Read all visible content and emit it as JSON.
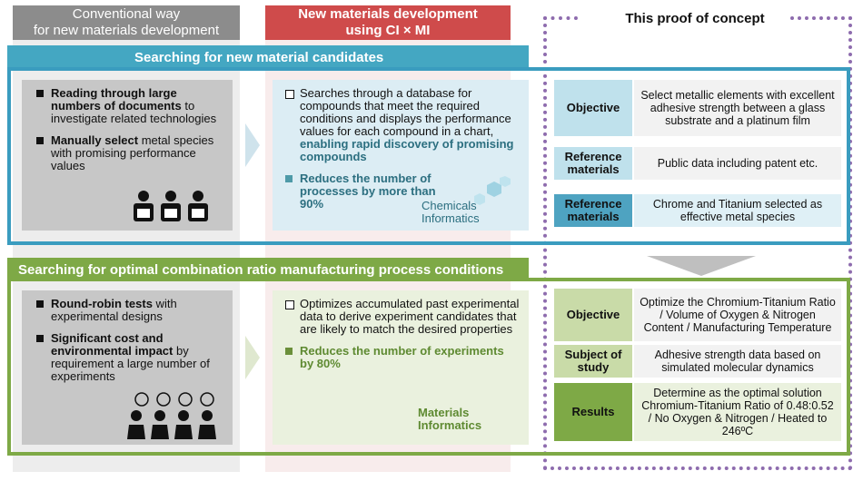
{
  "headers": {
    "conventional": "Conventional way\nfor new materials development",
    "new_dev": "New materials development\nusing CI × MI",
    "poc": "This proof of concept"
  },
  "band1": {
    "title": "Searching for new material candidates",
    "left": {
      "b1_bold": "Reading through large numbers of documents",
      "b1_rest": " to investigate related technologies",
      "b2_bold": "Manually select",
      "b2_rest": " metal species with promising performance values"
    },
    "mid": {
      "b1_plain": "Searches through a database for compounds that meet the required conditions and displays the performance values for each compound in a chart, ",
      "b1_bold": "enabling rapid discovery of promising compounds",
      "b2": "Reduces the number of processes by more than 90%",
      "logo_line1": "Chemicals",
      "logo_line2": "Informatics"
    },
    "right": [
      {
        "label": "Objective",
        "value": "Select metallic elements with excellent adhesive strength between a glass substrate and a platinum film"
      },
      {
        "label": "Reference materials",
        "value": "Public data including patent etc."
      },
      {
        "label": "Reference materials",
        "value": "Chrome and Titanium selected as effective metal species"
      }
    ]
  },
  "band2": {
    "title": "Searching for optimal combination ratio manufacturing process conditions",
    "left": {
      "b1_bold": "Round-robin tests",
      "b1_rest": " with experimental designs",
      "b2_bold": "Significant cost and environmental impact",
      "b2_rest": " by requirement a large number of experiments"
    },
    "mid": {
      "b1": "Optimizes accumulated past experimental data to derive experiment candidates that are likely to match the desired properties",
      "b2": "Reduces the number of experiments by 80%",
      "logo_line1": "Materials",
      "logo_line2": "Informatics"
    },
    "right": [
      {
        "label": "Objective",
        "value": "Optimize the Chromium-Titanium Ratio / Volume of Oxygen & Nitrogen Content / Manufacturing Temperature"
      },
      {
        "label": "Subject of study",
        "value": "Adhesive strength data based on simulated molecular dynamics"
      },
      {
        "label": "Results",
        "value": "Determine as the optimal solution Chromium-Titanium Ratio of 0.48:0.52 / No Oxygen & Nitrogen / Heated to 246ºC"
      }
    ]
  },
  "colors": {
    "blue": "#44a7c2",
    "green": "#7ea946",
    "red": "#cf4b4b",
    "purple": "#8e6cae"
  }
}
